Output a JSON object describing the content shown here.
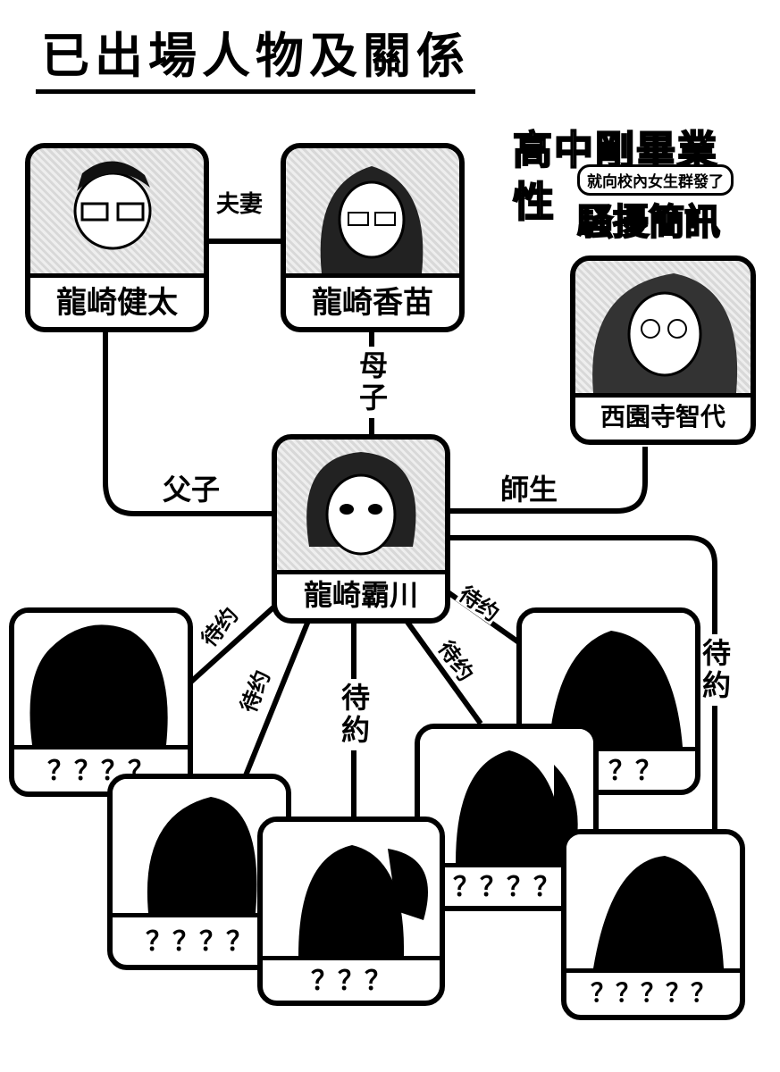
{
  "title": "已出場人物及關係",
  "logo": {
    "line1": "高中剛畢業",
    "line2": "性",
    "line3": "就向校內女生群發了",
    "line4": "騷擾簡訊"
  },
  "characters": {
    "kenta": "龍崎健太",
    "kanae": "龍崎香苗",
    "tomoyo": "西園寺智代",
    "hasen": "龍崎霸川",
    "unknown1": "？？？？",
    "unknown2": "？？？？",
    "unknown3": "？？？",
    "unknown4": "？？？？",
    "unknown5": "？？？？",
    "unknown6": "？？？？？"
  },
  "relations": {
    "spouse": "夫妻",
    "mother_son": "母子",
    "father_son": "父子",
    "teacher_student": "師生",
    "pending_simplified": "待约",
    "pending_traditional": "待約"
  }
}
